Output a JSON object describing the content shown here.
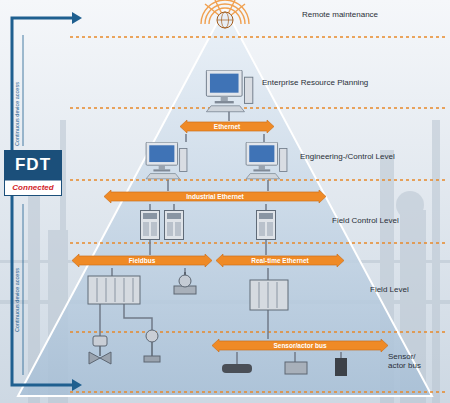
{
  "diagram": {
    "nodes": [
      {
        "text": [
          "Ethernet"
        ]
      },
      {
        "text": [
          "FDT",
          "Connected"
        ]
      },
      {
        "text": [
          "Industrial Ethernet"
        ]
      },
      {
        "text": [
          "Fieldbus"
        ]
      },
      {
        "text": [
          "Real-time Ethernet"
        ]
      },
      {
        "text": [
          "Sensor/actor bus"
        ]
      }
    ],
    "labels": [
      "Remote maintenance",
      "Enterprise Resource Planning",
      "Engineering-/Control Level",
      "Field Control Level",
      "Field Level",
      "Sensor/ actor bus",
      "Continuous device access",
      "Continuous device access"
    ]
  }
}
